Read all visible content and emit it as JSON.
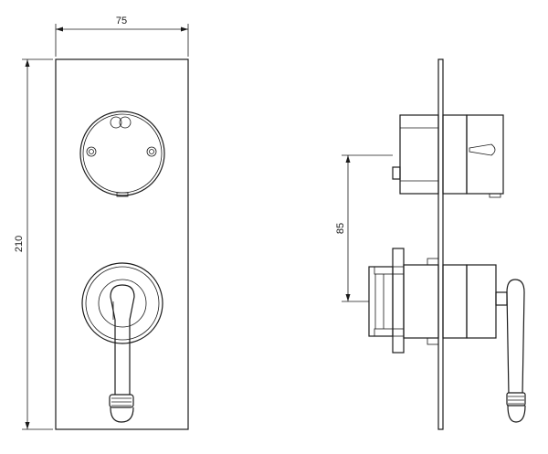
{
  "dimensions": {
    "plate_width": "75",
    "plate_height": "210",
    "handle_center_offset": "85"
  },
  "colors": {
    "line": "#1a1a1a",
    "background": "#ffffff"
  }
}
